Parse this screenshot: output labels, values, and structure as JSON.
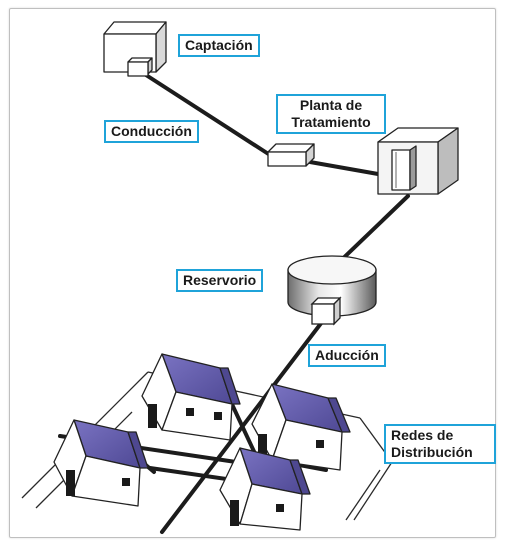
{
  "diagram": {
    "labels": {
      "captacion": "Captación",
      "conduccion": "Conducción",
      "planta_line1": "Planta de",
      "planta_line2": "Tratamiento",
      "reservorio": "Reservorio",
      "aduccion": "Aducción",
      "redes_line1": "Redes de",
      "redes_line2": "Distribución"
    },
    "colors": {
      "label_border": "#1fa3d9",
      "roof": "#6a63b0",
      "roof_dark": "#4e4890",
      "pipe": "#222222",
      "wall": "#ffffff",
      "outline": "#222222"
    }
  }
}
